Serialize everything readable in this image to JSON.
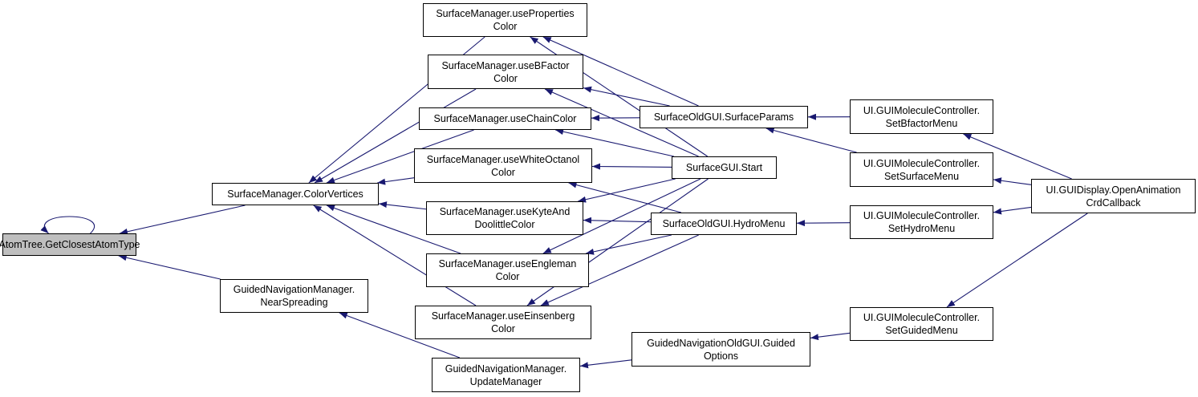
{
  "graph": {
    "edge_color": "#191970",
    "root_fill": "#bfbfbf",
    "nodes": {
      "atomtree": [
        "AtomTree.GetClosestAtomType"
      ],
      "colorvertices": [
        "SurfaceManager.ColorVertices"
      ],
      "nearspreading": [
        "GuidedNavigationManager.",
        "NearSpreading"
      ],
      "useprops": [
        "SurfaceManager.useProperties",
        "Color"
      ],
      "usebfactor": [
        "SurfaceManager.useBFactor",
        "Color"
      ],
      "usechain": [
        "SurfaceManager.useChainColor"
      ],
      "usewhite": [
        "SurfaceManager.useWhiteOctanol",
        "Color"
      ],
      "usekyte": [
        "SurfaceManager.useKyteAnd",
        "DoolittleColor"
      ],
      "useengleman": [
        "SurfaceManager.useEngleman",
        "Color"
      ],
      "useeisenberg": [
        "SurfaceManager.useEinsenberg",
        "Color"
      ],
      "updatemanager": [
        "GuidedNavigationManager.",
        "UpdateManager"
      ],
      "surfaceparams": [
        "SurfaceOldGUI.SurfaceParams"
      ],
      "surfacestart": [
        "SurfaceGUI.Start"
      ],
      "hydromenu": [
        "SurfaceOldGUI.HydroMenu"
      ],
      "guidedoptions": [
        "GuidedNavigationOldGUI.Guided",
        "Options"
      ],
      "setbfactor": [
        "UI.GUIMoleculeController.",
        "SetBfactorMenu"
      ],
      "setsurface": [
        "UI.GUIMoleculeController.",
        "SetSurfaceMenu"
      ],
      "sethydro": [
        "UI.GUIMoleculeController.",
        "SetHydroMenu"
      ],
      "setguided": [
        "UI.GUIMoleculeController.",
        "SetGuidedMenu"
      ],
      "openanim": [
        "UI.GUIDisplay.OpenAnimation",
        "CrdCallback"
      ]
    },
    "edges": [
      [
        "atomtree",
        "atomtree"
      ],
      [
        "colorvertices",
        "atomtree"
      ],
      [
        "nearspreading",
        "atomtree"
      ],
      [
        "useprops",
        "colorvertices"
      ],
      [
        "usebfactor",
        "colorvertices"
      ],
      [
        "usechain",
        "colorvertices"
      ],
      [
        "usewhite",
        "colorvertices"
      ],
      [
        "usekyte",
        "colorvertices"
      ],
      [
        "useengleman",
        "colorvertices"
      ],
      [
        "useeisenberg",
        "colorvertices"
      ],
      [
        "updatemanager",
        "nearspreading"
      ],
      [
        "surfaceparams",
        "useprops"
      ],
      [
        "surfacestart",
        "useprops"
      ],
      [
        "surfaceparams",
        "usebfactor"
      ],
      [
        "surfacestart",
        "usebfactor"
      ],
      [
        "surfaceparams",
        "usechain"
      ],
      [
        "surfacestart",
        "usechain"
      ],
      [
        "surfacestart",
        "usewhite"
      ],
      [
        "hydromenu",
        "usewhite"
      ],
      [
        "surfacestart",
        "usekyte"
      ],
      [
        "hydromenu",
        "usekyte"
      ],
      [
        "surfacestart",
        "useengleman"
      ],
      [
        "hydromenu",
        "useengleman"
      ],
      [
        "surfacestart",
        "useeisenberg"
      ],
      [
        "hydromenu",
        "useeisenberg"
      ],
      [
        "guidedoptions",
        "updatemanager"
      ],
      [
        "setbfactor",
        "surfaceparams"
      ],
      [
        "setsurface",
        "surfaceparams"
      ],
      [
        "sethydro",
        "hydromenu"
      ],
      [
        "setguided",
        "guidedoptions"
      ],
      [
        "openanim",
        "setbfactor"
      ],
      [
        "openanim",
        "setsurface"
      ],
      [
        "openanim",
        "sethydro"
      ],
      [
        "openanim",
        "setguided"
      ]
    ]
  }
}
